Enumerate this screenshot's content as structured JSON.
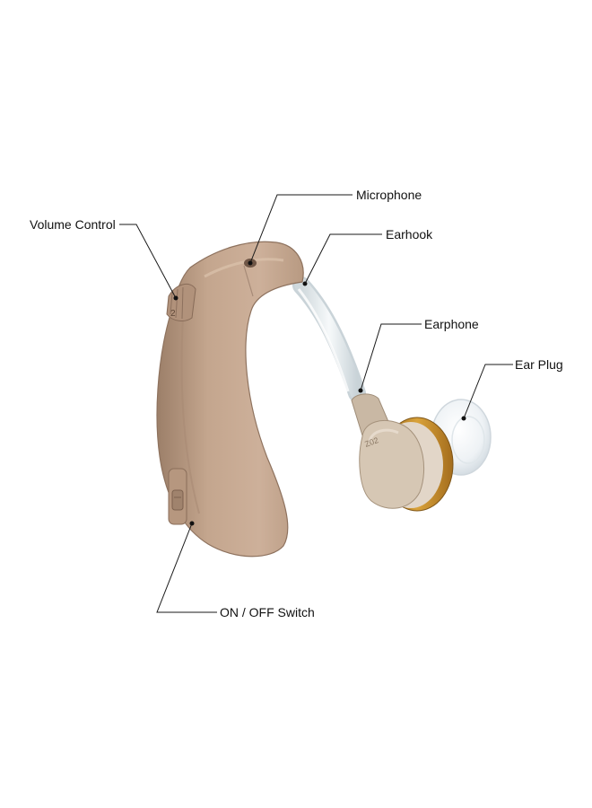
{
  "colors": {
    "background": "#ffffff",
    "body_beige": "#c4a68e",
    "body_dark": "#9c7f69",
    "body_light": "#d7bda6",
    "tube": "#e8eef0",
    "earphone_housing": "#d6c7b4",
    "earphone_ring": "#c8902c",
    "earplug": "#eef2f5",
    "leader_line": "#1a1a1a",
    "label_text": "#111111"
  },
  "labels": {
    "microphone": "Microphone",
    "volume_control": "Volume Control",
    "earhook": "Earhook",
    "earphone": "Earphone",
    "ear_plug": "Ear Plug",
    "on_off_switch": "ON / OFF Switch"
  },
  "device_markings": {
    "volume_wheel_mark": "2",
    "earphone_mark": "Z02"
  }
}
